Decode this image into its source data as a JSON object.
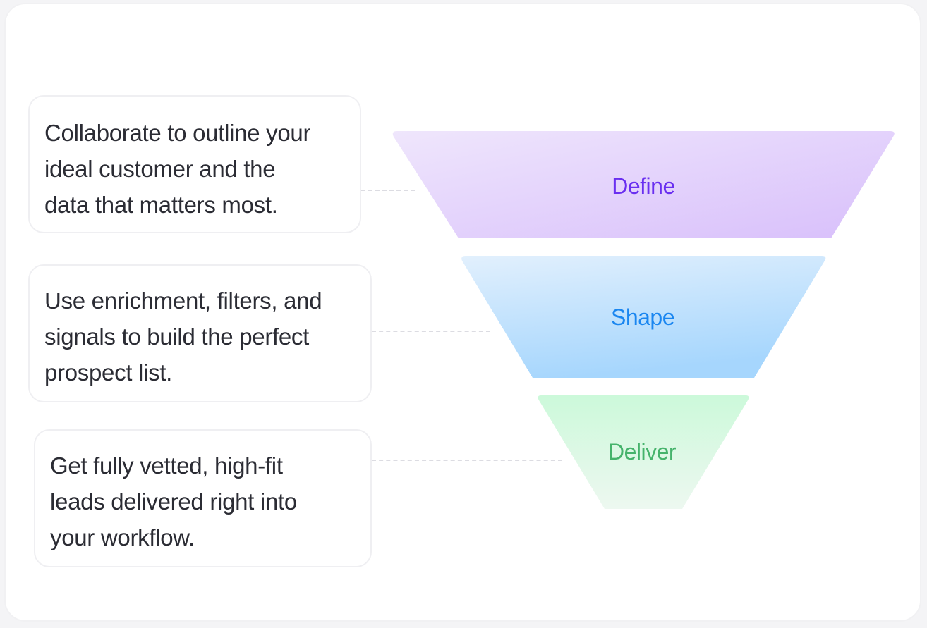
{
  "steps": [
    {
      "stage": "Define",
      "description_lines": [
        "Collaborate to outline your",
        "ideal customer and the",
        "data that matters most."
      ],
      "label_color": "#6a2ff0",
      "fill_top": "#efe6fc",
      "fill_bottom": "#d8bffb"
    },
    {
      "stage": "Shape",
      "description_lines": [
        "Use enrichment, filters, and",
        "signals to build the perfect",
        "prospect list."
      ],
      "label_color": "#1a86f0",
      "fill_top": "#e2f0fd",
      "fill_bottom": "#a6d6fd"
    },
    {
      "stage": "Deliver",
      "description_lines": [
        "Get fully vetted, high-fit",
        "leads delivered right into",
        "your workflow."
      ],
      "label_color": "#46b36c",
      "fill_top": "#ccf9da",
      "fill_bottom": "#edf8f0"
    }
  ]
}
